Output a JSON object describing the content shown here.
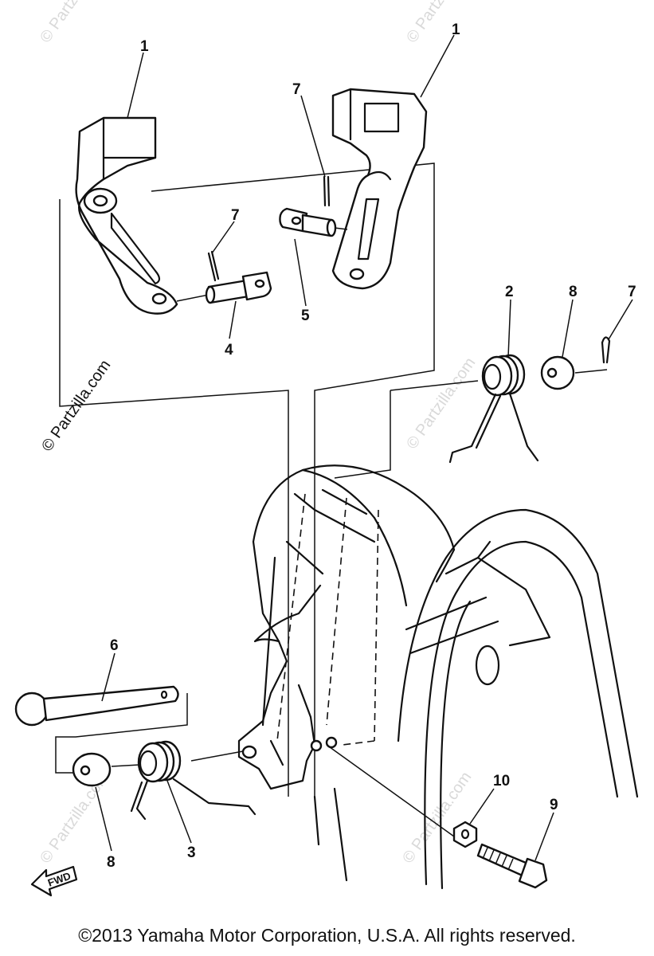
{
  "watermark": {
    "text": "© Partzilla.com",
    "color": "#d9d9d9"
  },
  "callouts": {
    "c1a": "1",
    "c1b": "1",
    "c2": "2",
    "c3": "3",
    "c4": "4",
    "c5": "5",
    "c6": "6",
    "c7a": "7",
    "c7b": "7",
    "c7c": "7",
    "c8a": "8",
    "c8b": "8",
    "c9": "9",
    "c10": "10"
  },
  "fwd_label": "FWD",
  "copyright": "©2013 Yamaha Motor Corporation, U.S.A. All rights reserved."
}
